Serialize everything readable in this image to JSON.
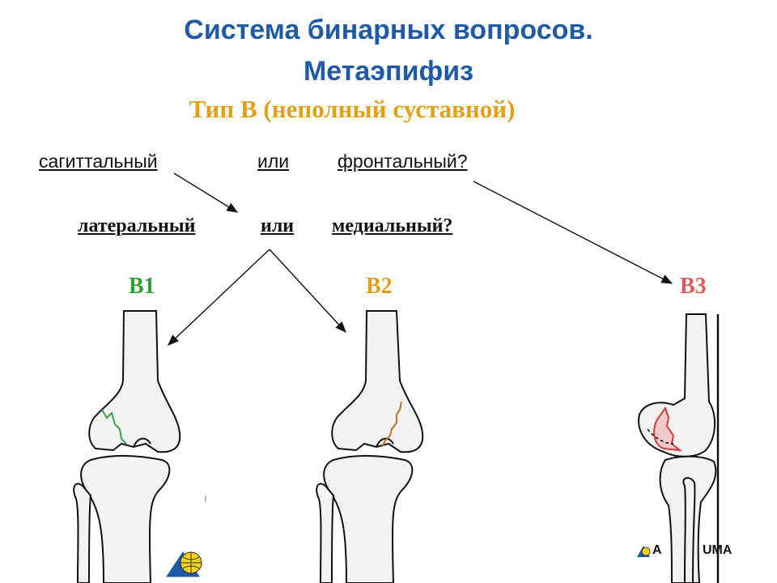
{
  "title": {
    "line1": "Система бинарных вопросов.",
    "line2": "Метаэпифиз"
  },
  "subtitle": "Тип В (неполный суставной)",
  "question1": {
    "left": "сагиттальный",
    "or": "или",
    "right": "фронтальный?"
  },
  "question2": {
    "left": "латеральный",
    "or": "или",
    "right": "медиальный?"
  },
  "labels": {
    "b1": "B1",
    "b2": "B2",
    "b3": "B3"
  },
  "colors": {
    "title": "#1f5aa8",
    "subtitle": "#e1a015",
    "b1": "#2e9e3a",
    "b2": "#e1a015",
    "b3": "#e05a5a",
    "fracture_b1": "#3aa04a",
    "fracture_b2": "#b5752a",
    "fracture_b3": "#d23c3c"
  },
  "logo": {
    "text_left": "A",
    "text_right": "UMA"
  }
}
